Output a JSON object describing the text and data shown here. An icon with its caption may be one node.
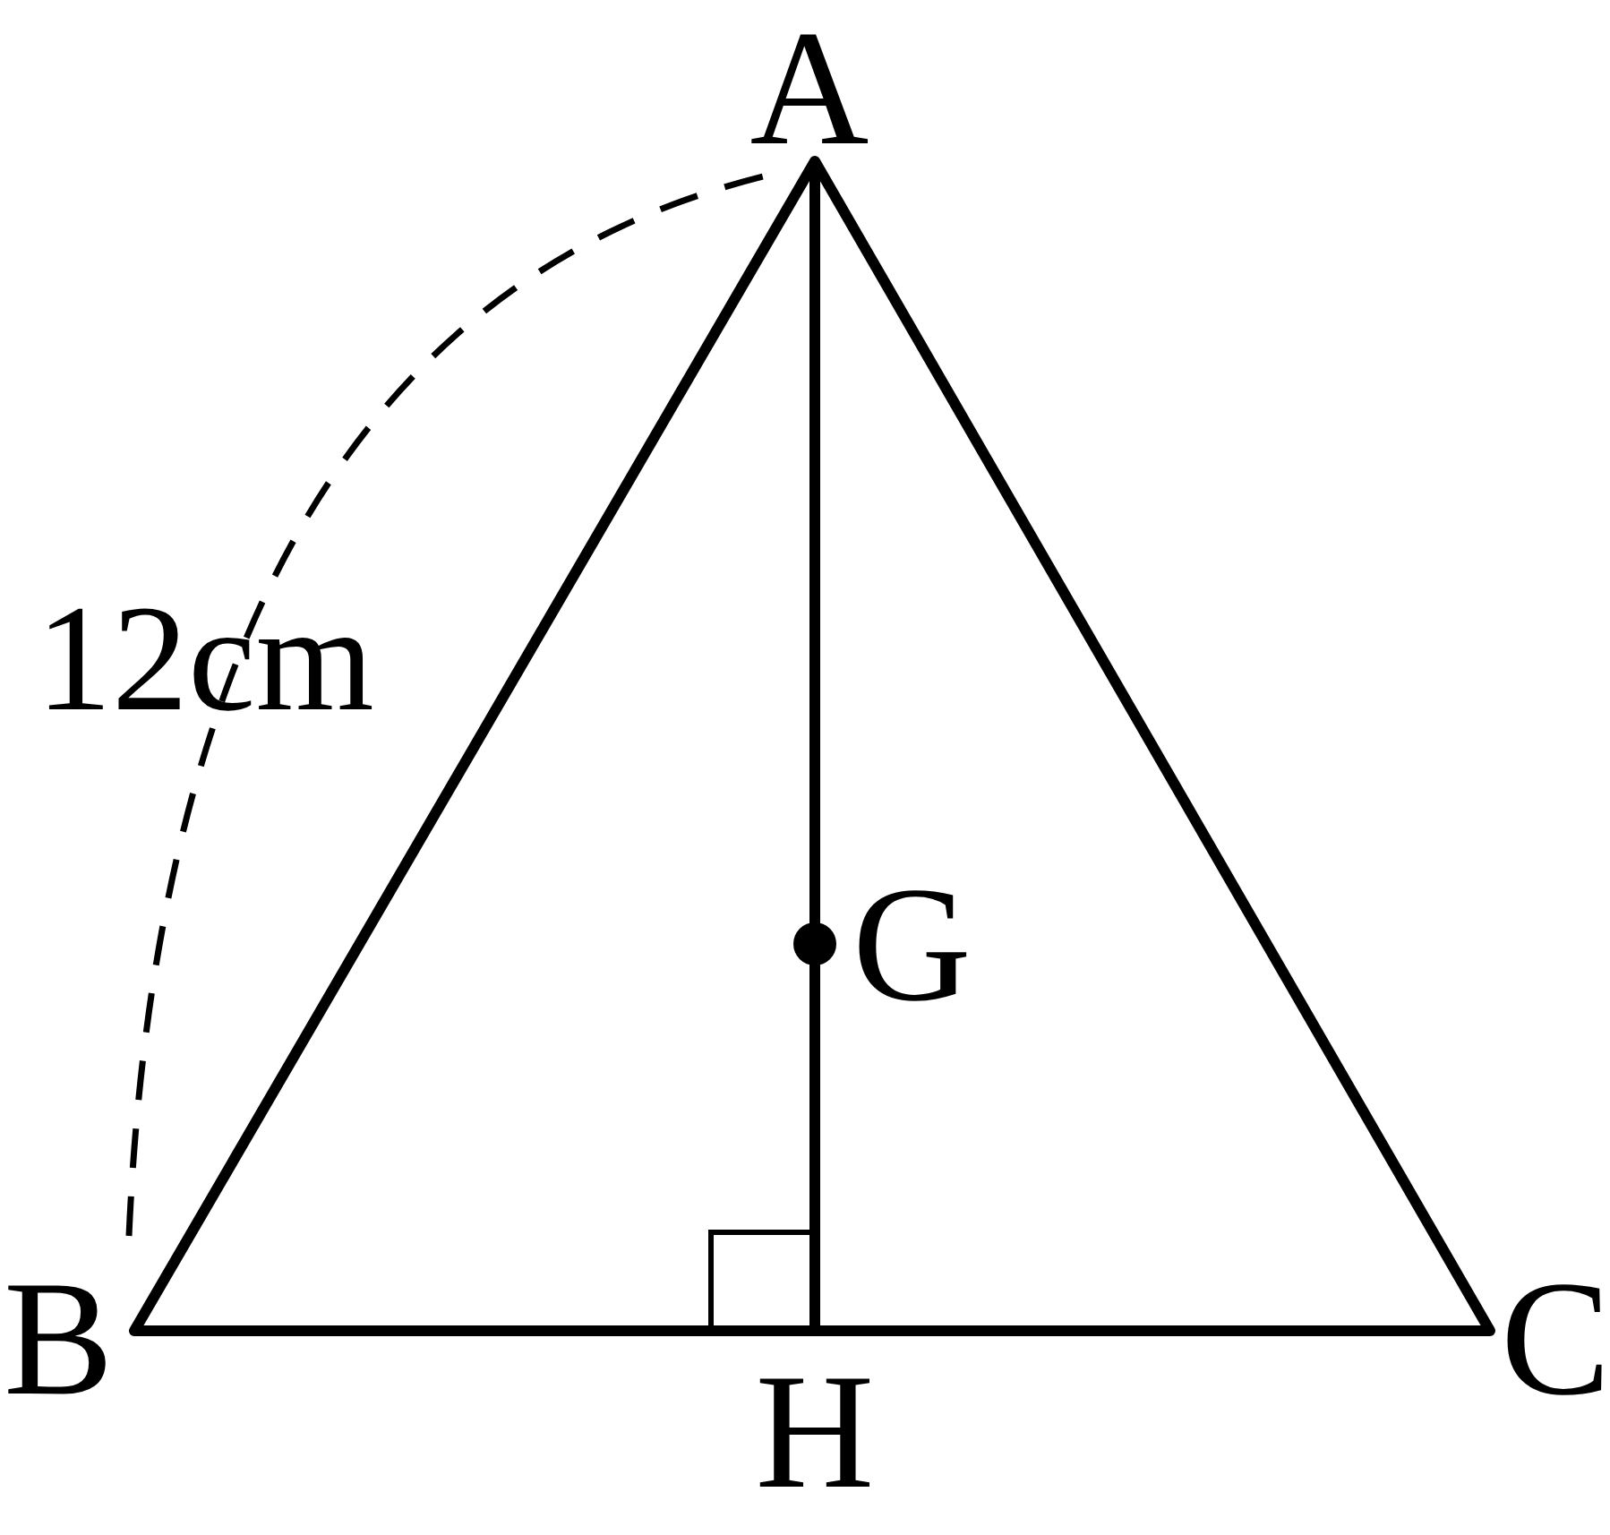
{
  "diagram": {
    "labels": [
      "A",
      "B",
      "C",
      "G",
      "H",
      "12cm"
    ]
  }
}
